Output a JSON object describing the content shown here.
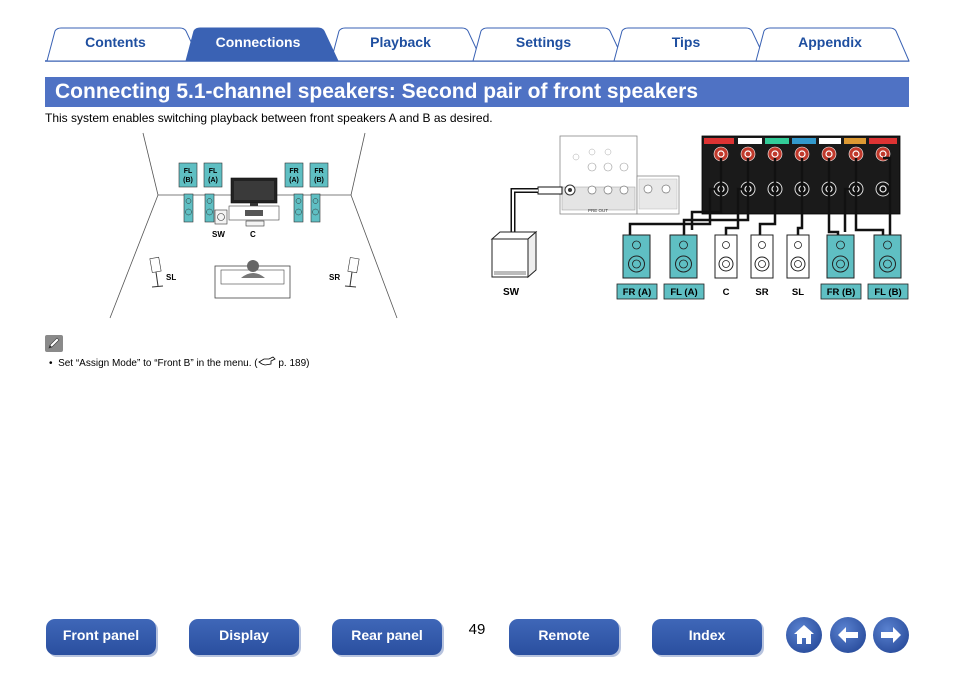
{
  "tabs": [
    {
      "label": "Contents",
      "active": false
    },
    {
      "label": "Connections",
      "active": true
    },
    {
      "label": "Playback",
      "active": false
    },
    {
      "label": "Settings",
      "active": false
    },
    {
      "label": "Tips",
      "active": false
    },
    {
      "label": "Appendix",
      "active": false
    }
  ],
  "title": "Connecting 5.1-channel speakers: Second pair of front speakers",
  "intro": "This system enables switching playback between front speakers A and B as desired.",
  "room": {
    "fl_b": [
      "FL",
      "(B)"
    ],
    "fl_a": [
      "FL",
      "(A)"
    ],
    "fr_a": [
      "FR",
      "(A)"
    ],
    "fr_b": [
      "FR",
      "(B)"
    ],
    "sw": "SW",
    "c": "C",
    "sl": "SL",
    "sr": "SR"
  },
  "wiring": {
    "sw": "SW",
    "speakers": [
      "FR (A)",
      "FL (A)",
      "C",
      "SR",
      "SL",
      "FR (B)",
      "FL (B)"
    ],
    "pre_out": "PRE OUT"
  },
  "note": {
    "text_before": "Set “Assign Mode” to “Front B” in the menu.  (",
    "text_after": " p. 189)"
  },
  "footer": {
    "front_panel": "Front panel",
    "display": "Display",
    "rear_panel": "Rear panel",
    "page_number": "49",
    "remote": "Remote",
    "index": "Index"
  },
  "colors": {
    "tab_active": "#3a62b4",
    "title_bar": "#4f72c4",
    "speaker_highlight": "#5fbfc3"
  }
}
